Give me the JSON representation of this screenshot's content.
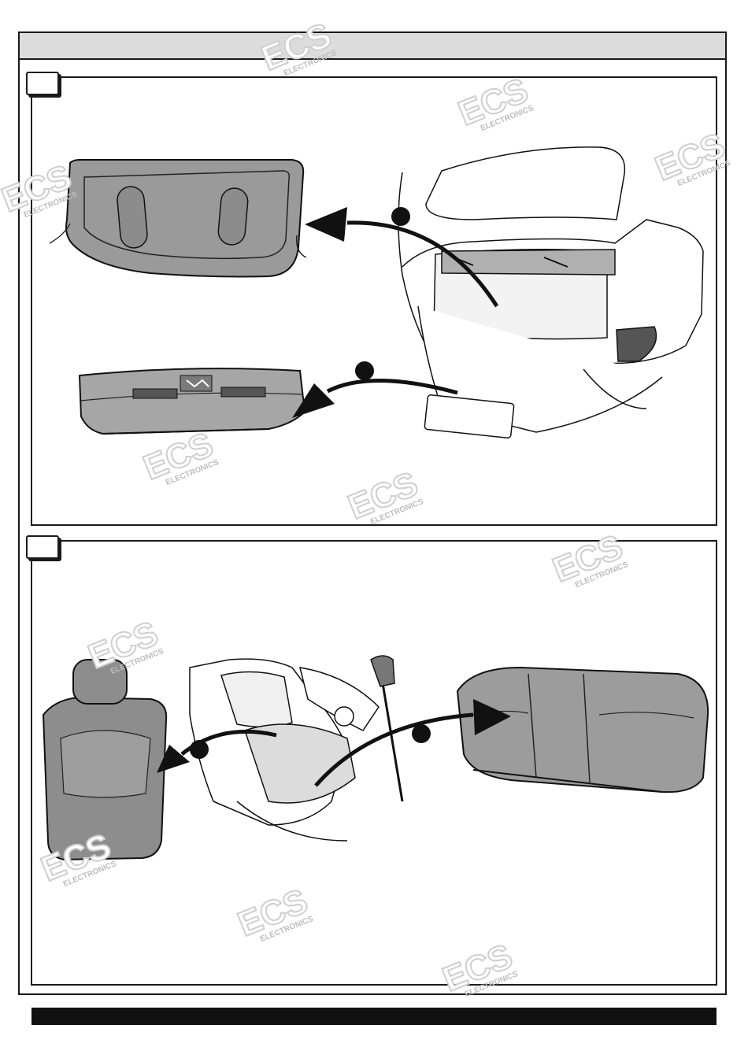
{
  "document": {
    "header_text": "",
    "steps": [
      {
        "number": "",
        "illustration": "remove-parcel-shelf-and-trunk-sill-trim"
      },
      {
        "number": "",
        "illustration": "remove-rear-seat-backrest-and-cushion"
      }
    ]
  },
  "watermark": {
    "logo": "ECS",
    "sub": "ELECTRONICS"
  }
}
